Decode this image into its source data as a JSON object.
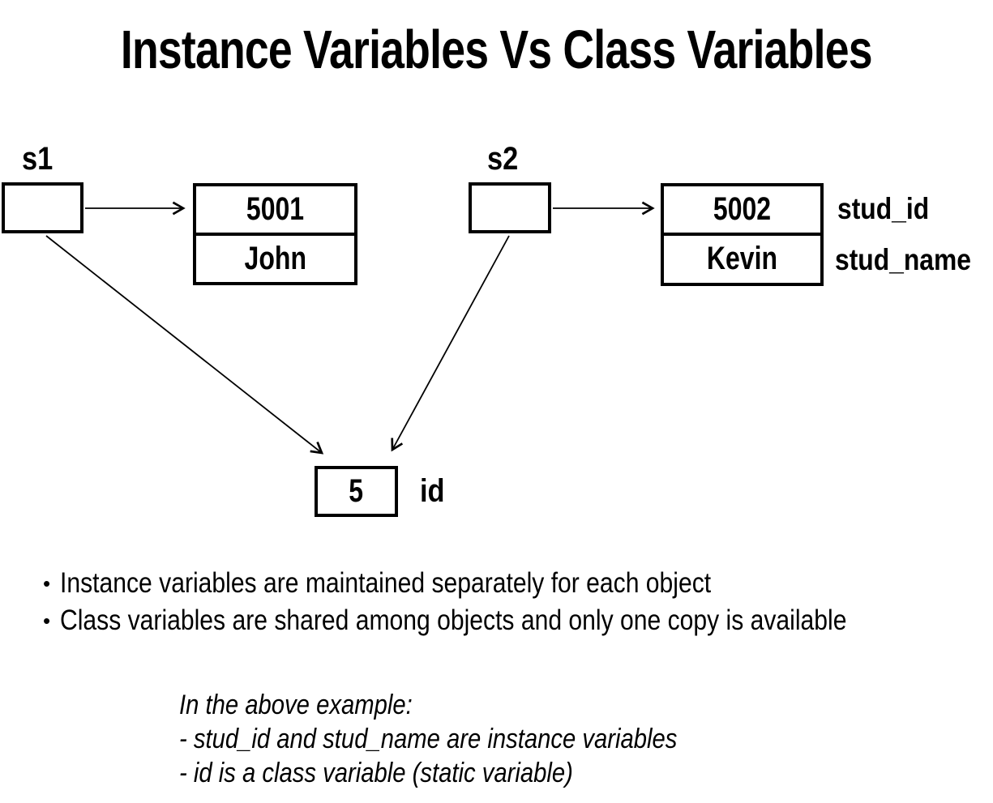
{
  "title": "Instance Variables Vs Class Variables",
  "diagram": {
    "reference1": {
      "label": "s1"
    },
    "reference2": {
      "label": "s2"
    },
    "object1": {
      "stud_id": "5001",
      "stud_name": "John"
    },
    "object2": {
      "stud_id": "5002",
      "stud_name": "Kevin"
    },
    "field_labels": {
      "stud_id": "stud_id",
      "stud_name": "stud_name"
    },
    "class_variable": {
      "value": "5",
      "label": "id"
    }
  },
  "bullets": [
    {
      "marker": "•",
      "text": "Instance variables are maintained separately for each object"
    },
    {
      "marker": "•",
      "text": "Class variables are shared among objects and only one copy is available"
    }
  ],
  "notes": [
    "In the above example:",
    "- stud_id and stud_name are instance variables",
    "- id is a class variable (static variable)"
  ],
  "colors": {
    "ink": "#000000",
    "background": "#ffffff"
  }
}
